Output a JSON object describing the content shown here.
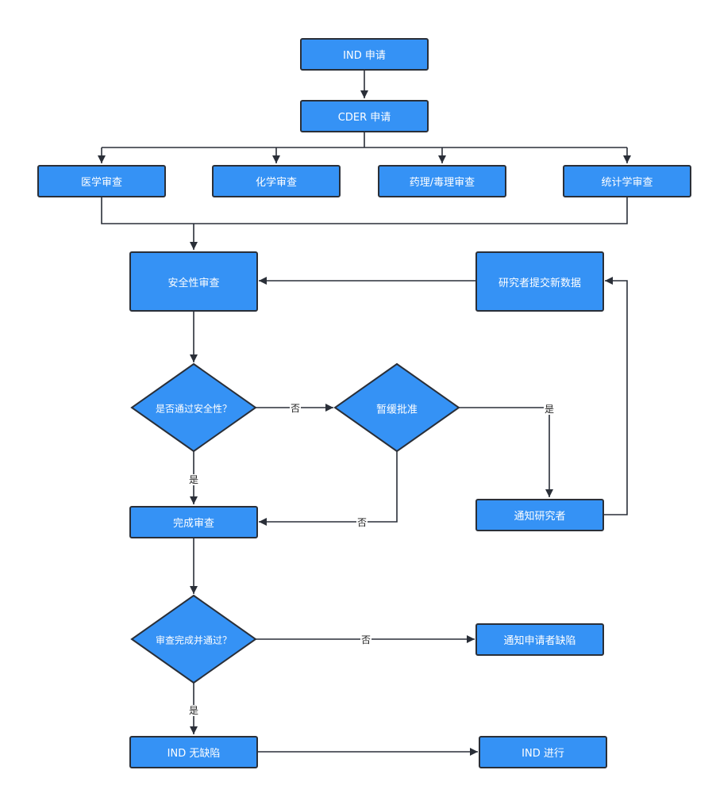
{
  "colors": {
    "node_fill": "#3592f5",
    "node_stroke": "#2a2f38",
    "connector": "#2a2f38"
  },
  "nodes": {
    "ind_apply": "IND 申请",
    "cder_apply": "CDER 申请",
    "medical_review": "医学审查",
    "chemistry_review": "化学审查",
    "pharm_tox_review": "药理/毒理审查",
    "statistics_review": "统计学审查",
    "safety_review": "安全性审查",
    "researcher_new_data": "研究者提交新数据",
    "safety_pass_q": "是否通过安全性？",
    "suspend_approval": "暂缓批准",
    "complete_review": "完成审查",
    "notify_researcher": "通知研究者",
    "review_pass_q": "审查完成并通过？",
    "notify_defect": "通知申请者缺陷",
    "ind_no_defect": "IND 无缺陷",
    "ind_proceed": "IND 进行"
  },
  "edge_labels": {
    "safety_no": "否",
    "safety_yes": "是",
    "suspend_yes": "是",
    "suspend_no": "否",
    "review_no": "否",
    "review_yes": "是"
  }
}
